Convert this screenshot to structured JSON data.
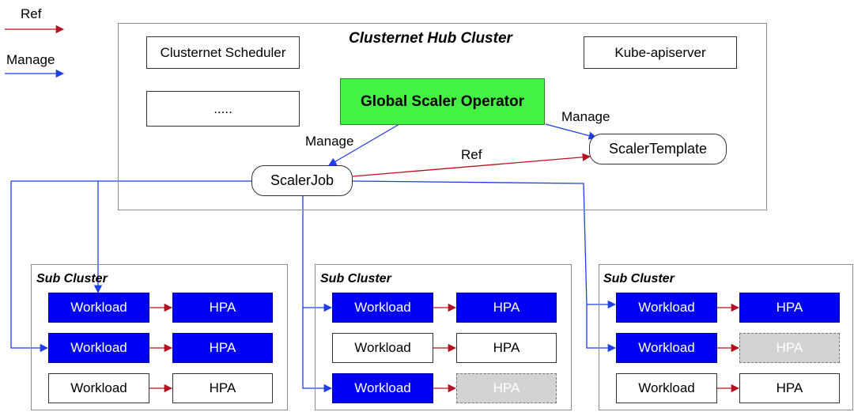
{
  "legend": {
    "ref": "Ref",
    "manage": "Manage"
  },
  "hub": {
    "title": "Clusternet Hub Cluster",
    "scheduler": "Clusternet Scheduler",
    "apiserver": "Kube-apiserver",
    "ellipsis": ".....",
    "operator": "Global Scaler Operator",
    "scaler_job": "ScalerJob",
    "scaler_template": "ScalerTemplate",
    "edge_manage_job": "Manage",
    "edge_manage_template": "Manage",
    "edge_ref": "Ref"
  },
  "sub_clusters": [
    {
      "title": "Sub Cluster",
      "rows": [
        {
          "workload": "Workload",
          "hpa": "HPA",
          "managed": true,
          "hpa_state": "managed"
        },
        {
          "workload": "Workload",
          "hpa": "HPA",
          "managed": true,
          "hpa_state": "managed"
        },
        {
          "workload": "Workload",
          "hpa": "HPA",
          "managed": false,
          "hpa_state": "normal"
        }
      ]
    },
    {
      "title": "Sub Cluster",
      "rows": [
        {
          "workload": "Workload",
          "hpa": "HPA",
          "managed": true,
          "hpa_state": "managed"
        },
        {
          "workload": "Workload",
          "hpa": "HPA",
          "managed": false,
          "hpa_state": "normal"
        },
        {
          "workload": "Workload",
          "hpa": "HPA",
          "managed": true,
          "hpa_state": "disabled"
        }
      ]
    },
    {
      "title": "Sub Cluster",
      "rows": [
        {
          "workload": "Workload",
          "hpa": "HPA",
          "managed": true,
          "hpa_state": "managed"
        },
        {
          "workload": "Workload",
          "hpa": "HPA",
          "managed": true,
          "hpa_state": "disabled"
        },
        {
          "workload": "Workload",
          "hpa": "HPA",
          "managed": false,
          "hpa_state": "normal"
        }
      ]
    }
  ],
  "colors": {
    "ref": "#b3131f",
    "manage": "#1f3fe6",
    "managed_fill": "#0000f2",
    "operator_fill": "#44f244",
    "disabled_fill": "#d3d3d3"
  }
}
